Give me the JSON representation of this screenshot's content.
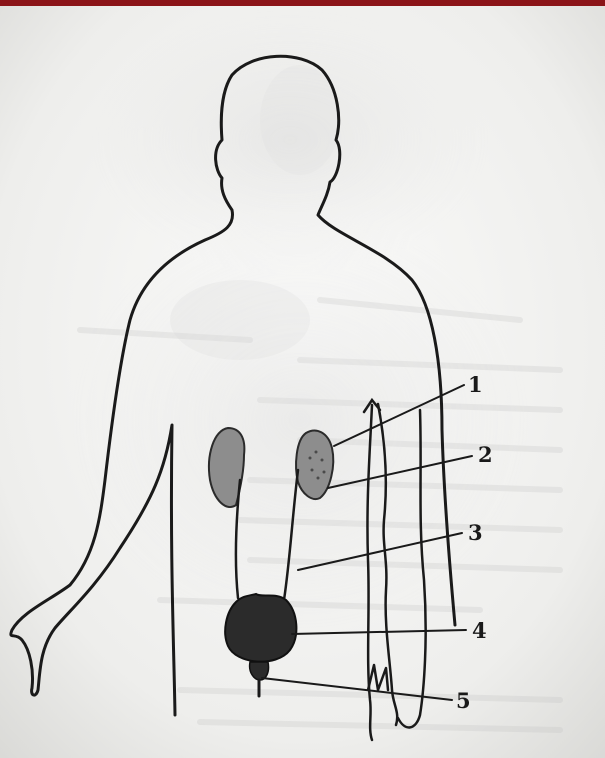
{
  "frame": {
    "top_bar_color": "#8b1418",
    "paper_color": "#f4f4f2",
    "ink_color": "#1a1a1a",
    "organ_fill": "#8d8d8d",
    "bladder_fill": "#2b2b2b"
  },
  "callouts": [
    {
      "id": "1",
      "label": "1"
    },
    {
      "id": "2",
      "label": "2"
    },
    {
      "id": "3",
      "label": "3"
    },
    {
      "id": "4",
      "label": "4"
    },
    {
      "id": "5",
      "label": "5"
    }
  ]
}
